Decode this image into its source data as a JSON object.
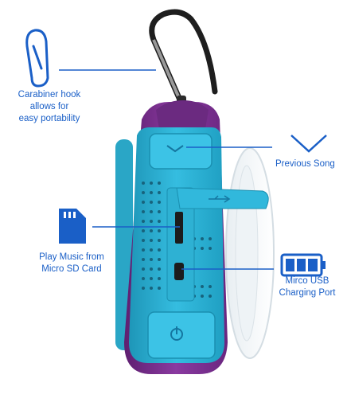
{
  "callouts": {
    "carabiner": {
      "lines": [
        "Carabiner hook",
        "allows for",
        "easy portability"
      ],
      "icon": "carabiner-icon"
    },
    "previous_song": {
      "lines": [
        "Previous Song"
      ],
      "icon": "chevron-down-icon"
    },
    "sd_card": {
      "lines": [
        "Play Music from",
        "Micro SD Card"
      ],
      "icon": "sd-card-icon"
    },
    "usb": {
      "lines": [
        "Mirco USB",
        "Charging Port"
      ],
      "icon": "battery-icon"
    }
  },
  "colors": {
    "accent": "#1a5fc7",
    "speaker_teal": "#2fb3d1",
    "speaker_purple": "#7a2d8c",
    "hook": "#2a2a2a"
  }
}
